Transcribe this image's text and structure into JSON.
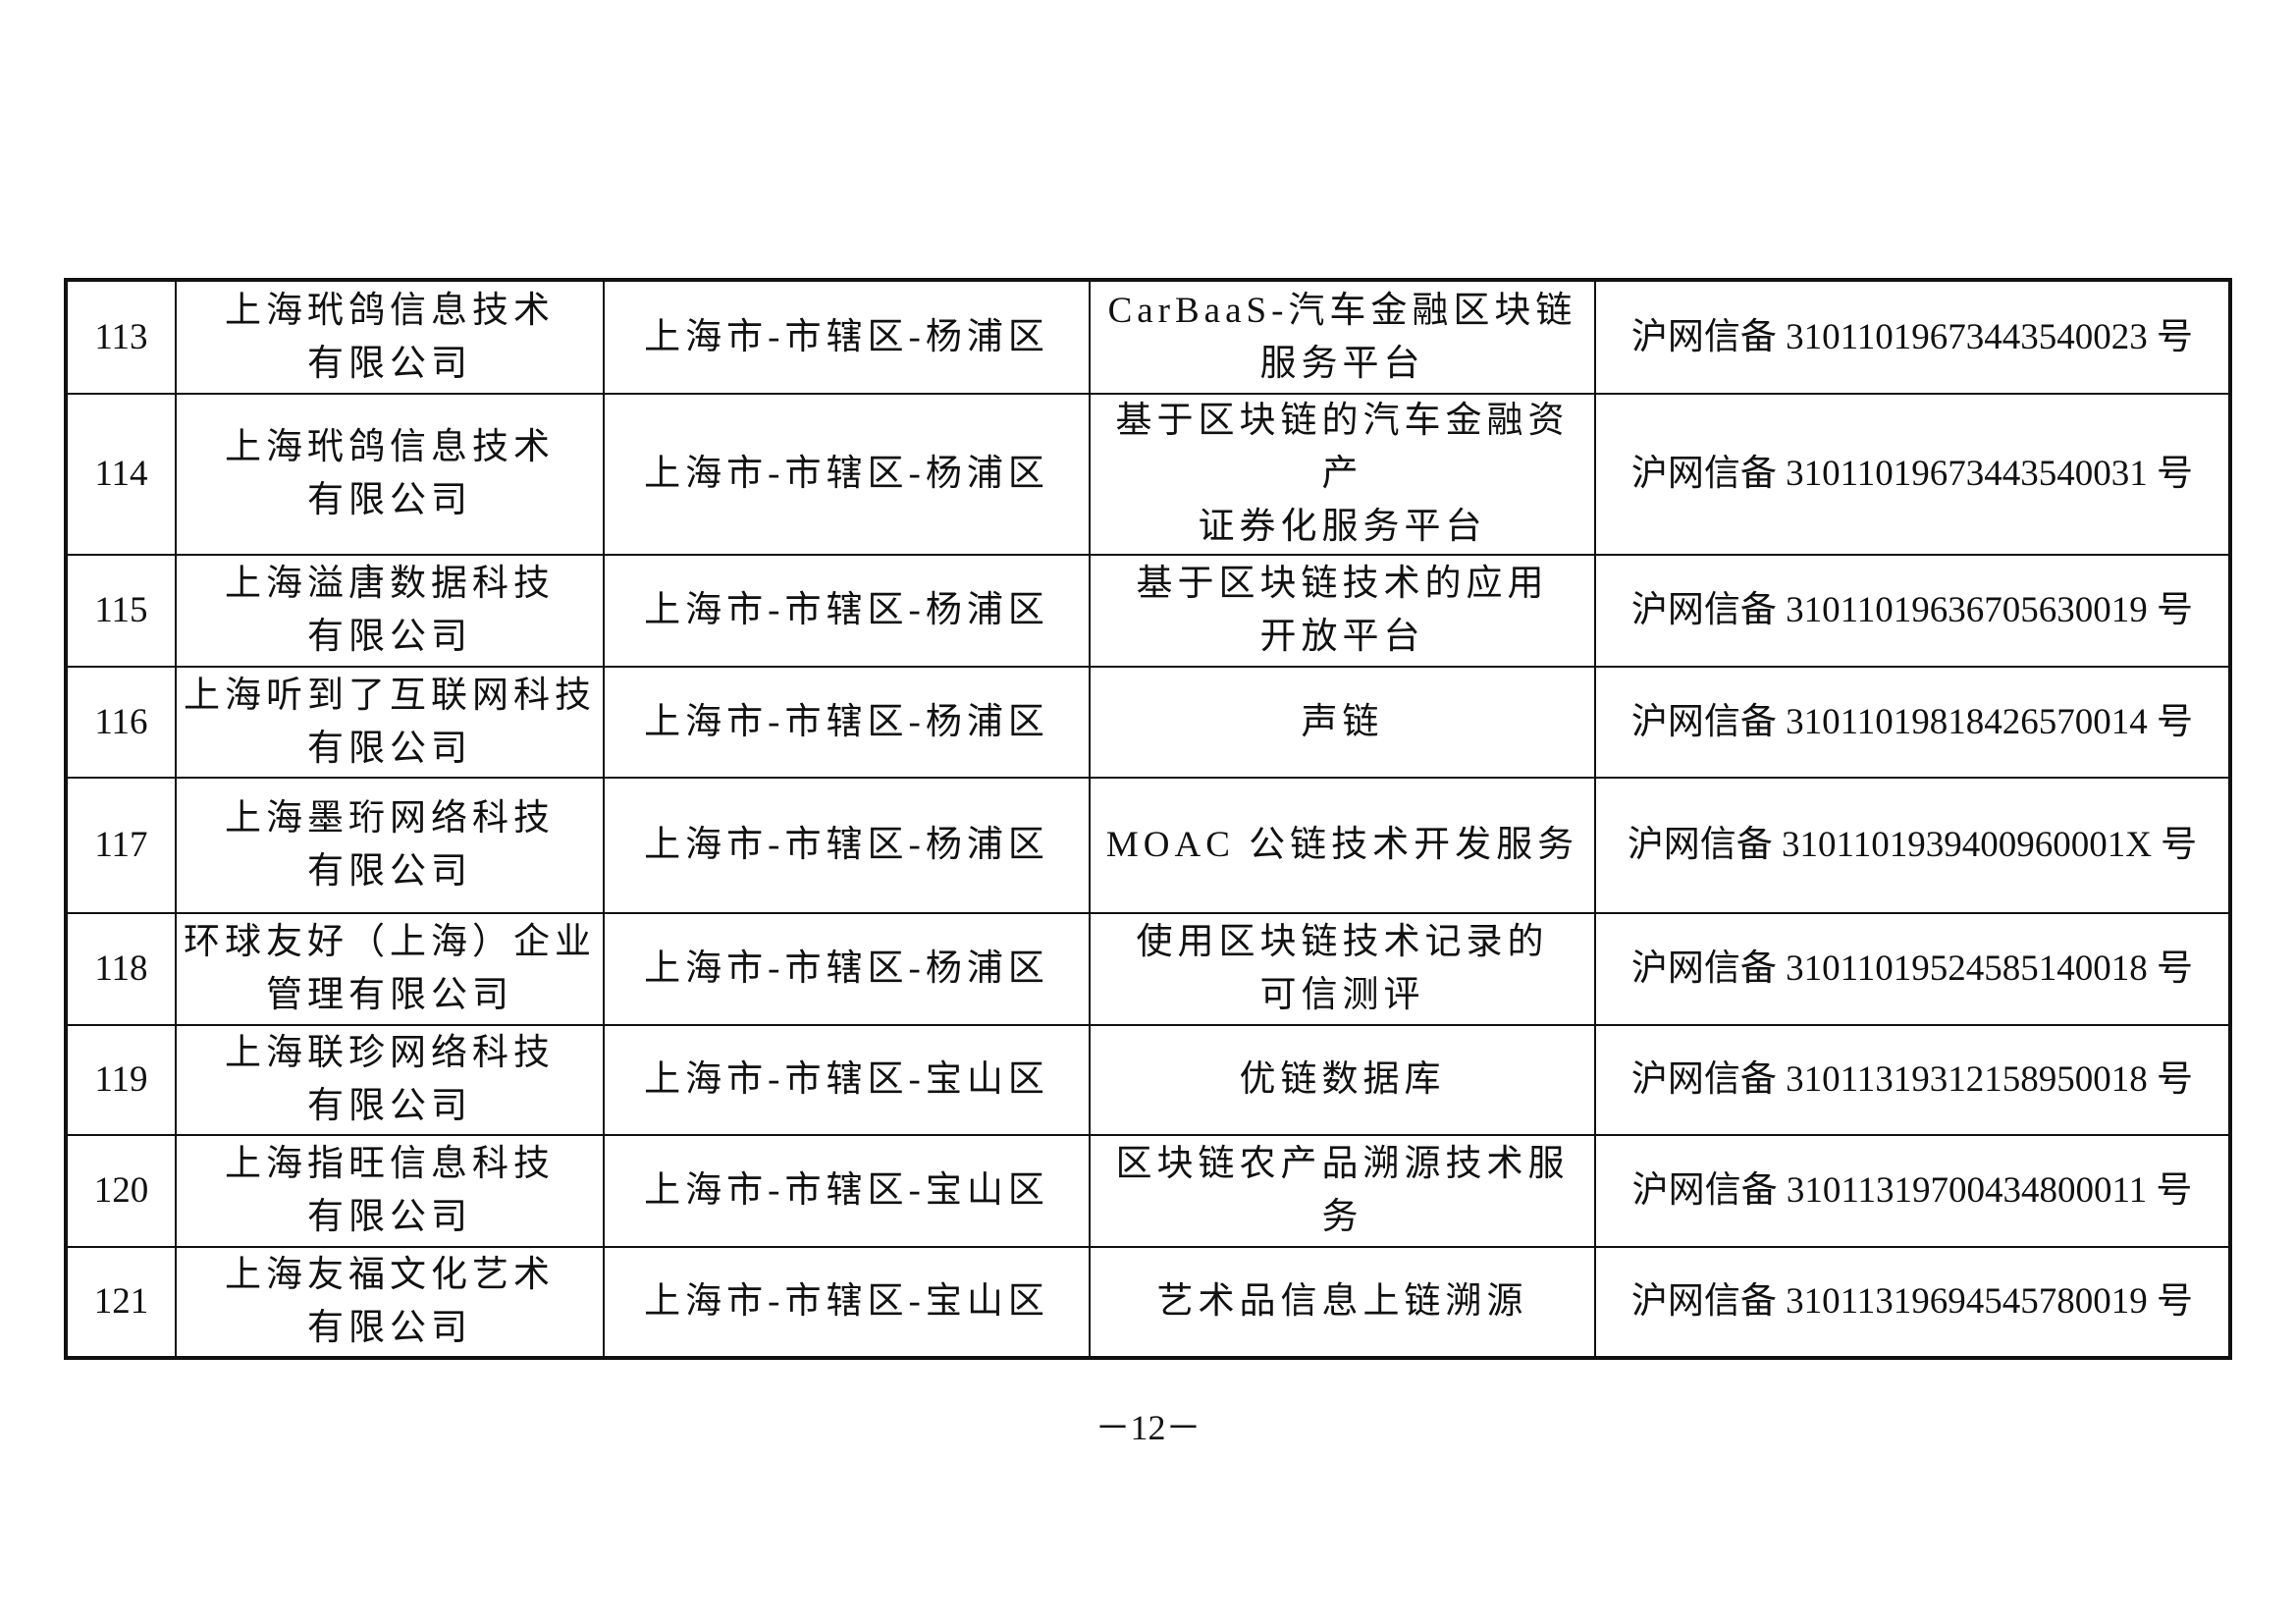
{
  "rows": [
    {
      "no": "113",
      "company": [
        "上海玳鸽信息技术",
        "有限公司"
      ],
      "location": "上海市-市辖区-杨浦区",
      "service": [
        "CarBaaS-汽车金融区块链",
        "服务平台"
      ],
      "record": "沪网信备 31011019673443540023 号"
    },
    {
      "no": "114",
      "company": [
        "上海玳鸽信息技术",
        "有限公司"
      ],
      "location": "上海市-市辖区-杨浦区",
      "service": [
        "基于区块链的汽车金融资产",
        "证券化服务平台"
      ],
      "record": "沪网信备 31011019673443540031 号"
    },
    {
      "no": "115",
      "company": [
        "上海溢唐数据科技",
        "有限公司"
      ],
      "location": "上海市-市辖区-杨浦区",
      "service": [
        "基于区块链技术的应用",
        "开放平台"
      ],
      "record": "沪网信备 31011019636705630019 号"
    },
    {
      "no": "116",
      "company": [
        "上海听到了互联网科技",
        "有限公司"
      ],
      "location": "上海市-市辖区-杨浦区",
      "service": [
        "声链",
        ""
      ],
      "record": "沪网信备 31011019818426570014 号"
    },
    {
      "no": "117",
      "company": [
        "上海墨珩网络科技",
        "有限公司"
      ],
      "location": "上海市-市辖区-杨浦区",
      "service": [
        "MOAC 公链技术开发服务",
        ""
      ],
      "record": "沪网信备 3101101939400960001X 号"
    },
    {
      "no": "118",
      "company": [
        "环球友好（上海）企业",
        "管理有限公司"
      ],
      "location": "上海市-市辖区-杨浦区",
      "service": [
        "使用区块链技术记录的",
        "可信测评"
      ],
      "record": "沪网信备 31011019524585140018 号"
    },
    {
      "no": "119",
      "company": [
        "上海联珍网络科技",
        "有限公司"
      ],
      "location": "上海市-市辖区-宝山区",
      "service": [
        "优链数据库",
        ""
      ],
      "record": "沪网信备 31011319312158950018 号"
    },
    {
      "no": "120",
      "company": [
        "上海指旺信息科技",
        "有限公司"
      ],
      "location": "上海市-市辖区-宝山区",
      "service": [
        "区块链农产品溯源技术服务",
        ""
      ],
      "record": "沪网信备 31011319700434800011 号"
    },
    {
      "no": "121",
      "company": [
        "上海友福文化艺术",
        "有限公司"
      ],
      "location": "上海市-市辖区-宝山区",
      "service": [
        "艺术品信息上链溯源",
        ""
      ],
      "record": "沪网信备 31011319694545780019 号"
    }
  ],
  "page_number": "－12－"
}
